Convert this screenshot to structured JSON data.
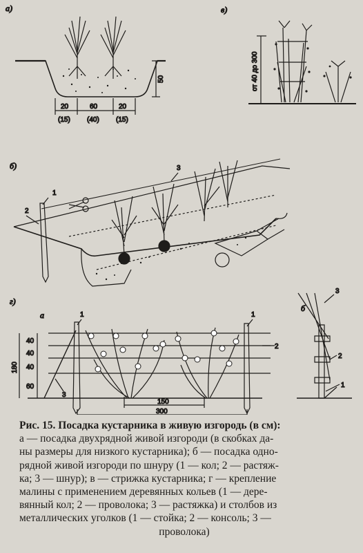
{
  "panels": {
    "a": {
      "label": "а)",
      "dim_depth": "50",
      "dim_bottom": [
        "20",
        "60",
        "20"
      ],
      "dim_bottom_low": [
        "(15)",
        "(40)",
        "(15)"
      ]
    },
    "v": {
      "label": "в)",
      "dim_height": "от 40 до 300"
    },
    "b": {
      "label": "б)",
      "callouts": [
        "1",
        "2",
        "3"
      ]
    },
    "g": {
      "label": "г)",
      "sub_a": "а",
      "sub_b": "б",
      "left_dims": [
        "40",
        "40",
        "40",
        "60"
      ],
      "total_height": "180",
      "span_inner": "150",
      "span_total": "300",
      "callouts_a": [
        "1",
        "1",
        "2",
        "3"
      ],
      "callouts_b": [
        "3",
        "2",
        "1"
      ]
    }
  },
  "caption": {
    "title": "Рис. 15. Посадка кустарника в живую изгородь (в см):",
    "line2": "а — посадка двухрядной живой изгороди (в скобках да-",
    "line3": "ны размеры для низкого кустарника); б — посадка одно-",
    "line4": "рядной живой изгороди по шнуру (1 — кол; 2 — растяж-",
    "line5": "ка; 3 — шнур); в — стрижка кустарника; г — крепление",
    "line6": "малины с применением деревянных кольев (1 — дере-",
    "line7": "вянный кол; 2 — проволока; 3 — растяжка) и столбов из",
    "line8": "металлических уголков (1 — стойка; 2 — консоль; 3 —",
    "line9": "проволока)"
  }
}
